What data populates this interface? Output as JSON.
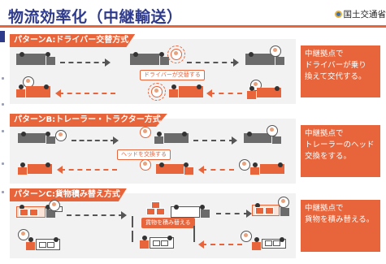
{
  "header": {
    "title": "物流効率化（中継輸送）",
    "ministry": "国土交通省",
    "accent_color": "#e8643a",
    "title_color": "#2e3a8c"
  },
  "sections": [
    {
      "label": "パターンA:ドライバー交替方式",
      "tag": "ドライバーが交替する",
      "note": [
        "中継拠点で",
        "ドライバーが乗り",
        "換えて交代する。"
      ]
    },
    {
      "label": "パターンB:トレーラー・トラクター方式",
      "tag": "ヘッドを交換する",
      "note": [
        "中継拠点で",
        "トレーラーのヘッド",
        "交換をする。"
      ]
    },
    {
      "label": "パターンC:貨物積み替え方式",
      "tag": "貨物を積み替える",
      "note": [
        "中継拠点で",
        "貨物を積み替える。"
      ]
    }
  ],
  "icons": [
    "truck-icon",
    "driver-icon",
    "cargo-icon",
    "arrow-icon"
  ]
}
